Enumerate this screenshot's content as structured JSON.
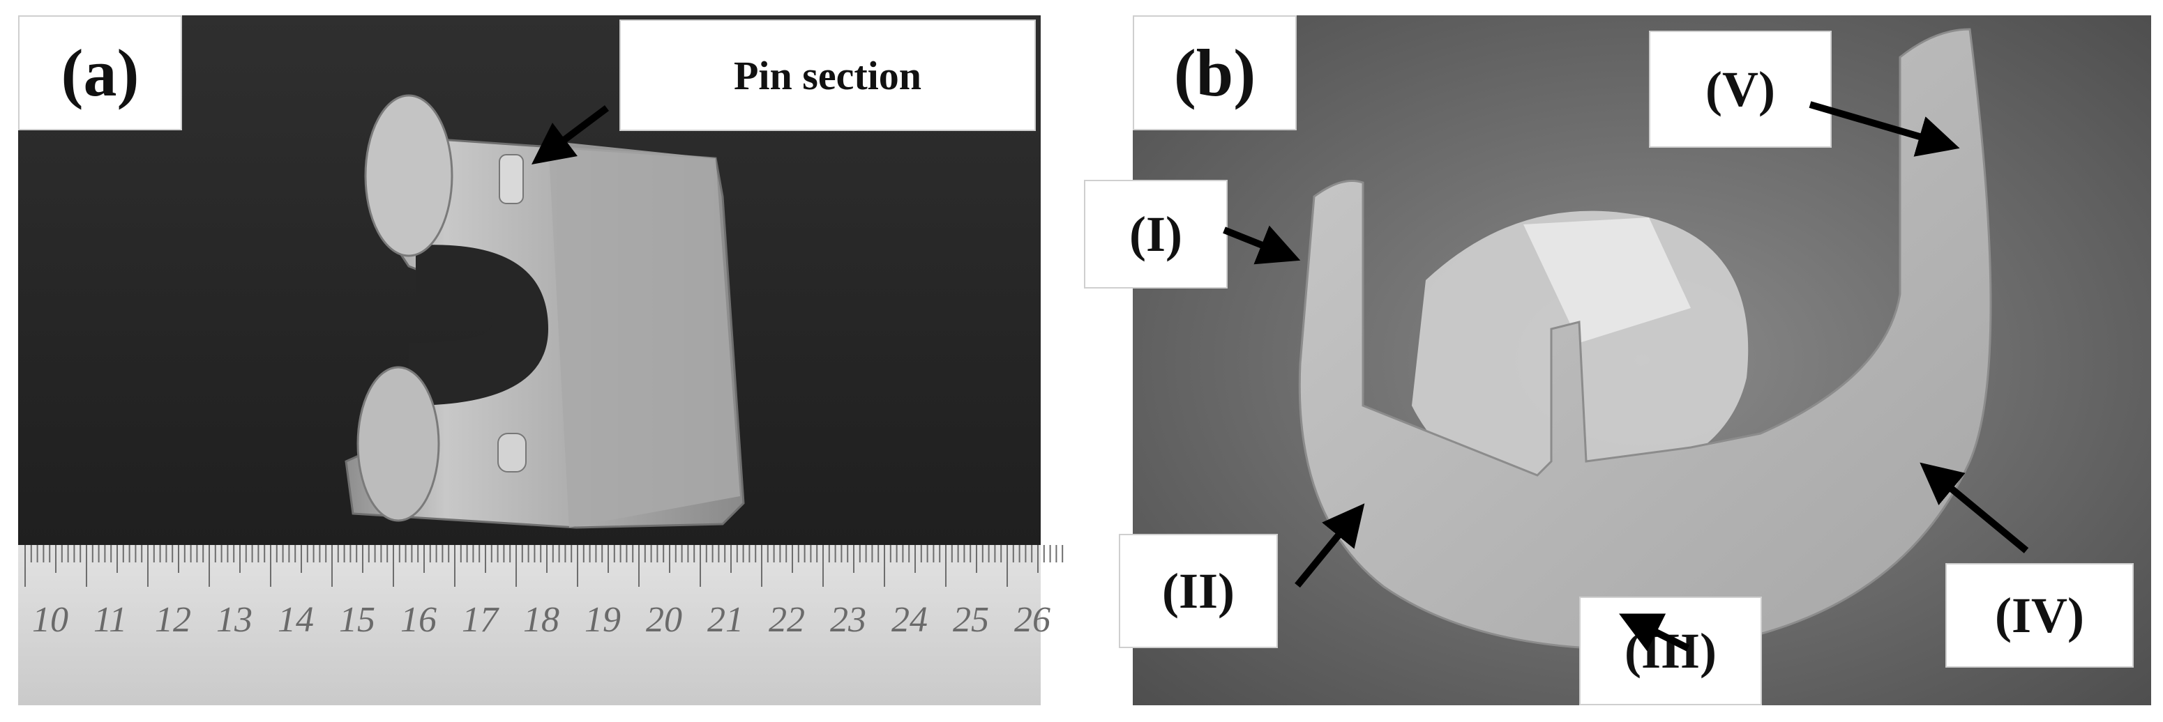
{
  "panel_a": {
    "label": "(a)",
    "callout": "Pin section",
    "ruler_ticks": [
      "10",
      "11",
      "12",
      "13",
      "14",
      "15",
      "16",
      "17",
      "18",
      "19",
      "20",
      "21",
      "22",
      "23",
      "24",
      "25",
      "26"
    ]
  },
  "panel_b": {
    "label": "(b)",
    "regions": {
      "i": "(I)",
      "ii": "(II)",
      "iii": "(III)",
      "iv": "(IV)",
      "v": "(V)"
    }
  },
  "colors": {
    "background_dark": "#262626",
    "metal_light": "#bdbdbd",
    "metal_mid": "#9a9a9a",
    "ruler": "#d6d6d6",
    "arrow": "#000000"
  }
}
